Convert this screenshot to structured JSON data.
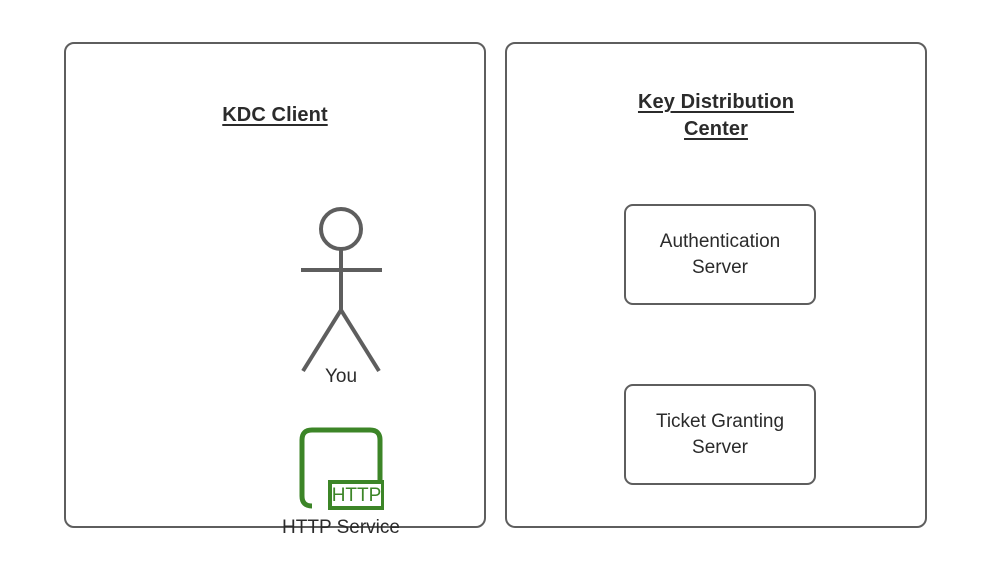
{
  "diagram": {
    "background_color": "#ffffff",
    "stroke_color": "#5e5e5e",
    "text_color": "#2b2b2b",
    "accent_green": "#3c8527"
  },
  "panels": [
    {
      "id": "kdc-client",
      "title": "KDC Client",
      "nodes": [
        {
          "id": "you",
          "type": "actor",
          "label": "You"
        },
        {
          "id": "http-service",
          "type": "http-service-icon",
          "label": "HTTP Service",
          "badge": "HTTP"
        }
      ]
    },
    {
      "id": "key-distribution-center",
      "title_line_1": "Key Distribution",
      "title_line_2": "Center",
      "nodes": [
        {
          "id": "authentication-server",
          "type": "box",
          "label": "Authentication\nServer"
        },
        {
          "id": "ticket-granting-server",
          "type": "box",
          "label": "Ticket Granting\nServer"
        }
      ]
    }
  ]
}
